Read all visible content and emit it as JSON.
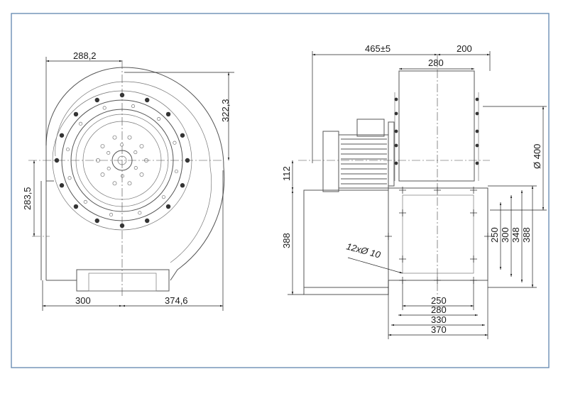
{
  "dimensions": {
    "front_width_top": "288,2",
    "front_height_right": "322,3",
    "front_outlet_height": "283,5",
    "front_base_left": "300",
    "front_base_right": "374,6",
    "side_total_length": "465±5",
    "side_right_offset": "200",
    "side_wheel_width": "280",
    "side_outlet_diameter": "Ø 400",
    "side_shaft_height": "112",
    "side_base_height": "388",
    "side_holes": "12xØ 10",
    "flange_h_250": "250",
    "flange_h_280": "280",
    "flange_h_330": "330",
    "flange_h_370": "370",
    "flange_v_250": "250",
    "flange_v_300": "300",
    "flange_v_348": "348",
    "flange_v_388": "388"
  },
  "colors": {
    "frame": "#6b8fb5",
    "line": "#222222",
    "outline": "#555555"
  }
}
